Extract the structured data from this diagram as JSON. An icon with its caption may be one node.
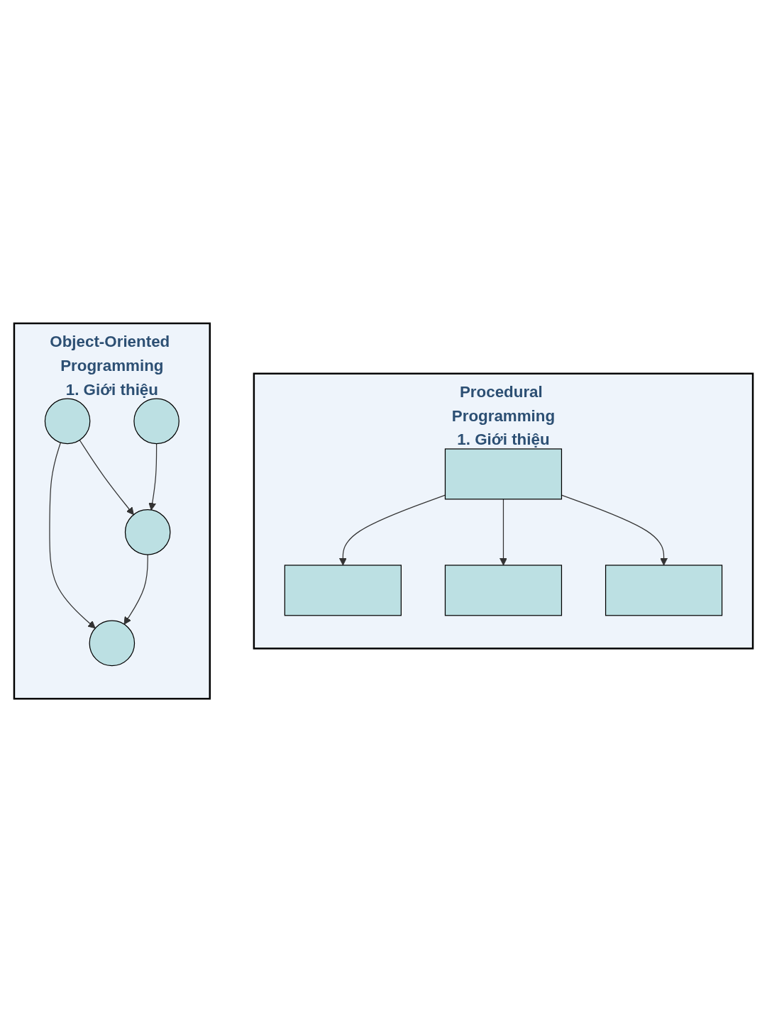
{
  "diagram": {
    "nodes": [
      {
        "text": [
          "Procedural Programming",
          "1. Giới thiệu"
        ]
      },
      {
        "text": [],
        "shape": "box",
        "in": 0
      },
      {
        "text": [],
        "shape": "box",
        "in": 0
      },
      {
        "text": [],
        "shape": "box",
        "in": 0
      },
      {
        "text": [],
        "shape": "box",
        "in": 0
      },
      {
        "text": [
          "Object-Oriented Programming",
          "1. Giới thiệu"
        ]
      },
      {
        "text": [],
        "shape": "ellipse",
        "in": 5
      },
      {
        "text": [],
        "shape": "ellipse",
        "in": 5
      },
      {
        "text": [],
        "shape": "ellipse",
        "in": 5
      },
      {
        "text": [],
        "shape": "ellipse",
        "in": 5
      }
    ],
    "edges": [
      {
        "from": 1,
        "to": 2,
        "arrow": "to"
      },
      {
        "from": 1,
        "to": 4,
        "arrow": "to"
      },
      {
        "from": 1,
        "to": 3,
        "arrow": "to"
      },
      {
        "from": 6,
        "to": 7,
        "arrow": "to"
      },
      {
        "from": 6,
        "to": 9,
        "arrow": "to"
      },
      {
        "from": 9,
        "to": 7,
        "arrow": "to"
      },
      {
        "from": 8,
        "to": 9,
        "arrow": "to"
      }
    ]
  }
}
